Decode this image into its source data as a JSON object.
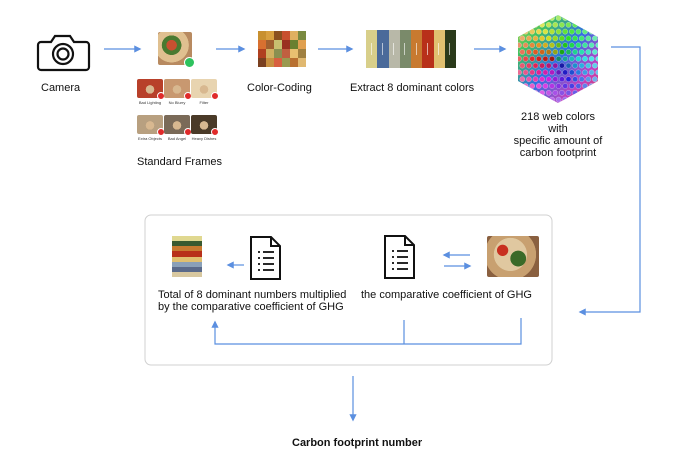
{
  "nodes": {
    "camera": "Camera",
    "standard_frames": "Standard Frames",
    "color_coding": "Color-Coding",
    "extract": "Extract 8 dominant colors",
    "web_colors_l1": "218 web colors with",
    "web_colors_l2": "specific amount of",
    "web_colors_l3": "carbon footprint",
    "total_l1": "Total of 8 dominant numbers multiplied",
    "total_l2": "by the comparative coefficient of GHG",
    "coefficient": "the comparative coefficient of GHG",
    "result": "Carbon footprint number"
  },
  "frames": [
    {
      "label": "Bad Lighting",
      "color": "#b8402a"
    },
    {
      "label": "No Blurry",
      "color": "#c89870"
    },
    {
      "label": "Filter",
      "color": "#e8d4b0"
    },
    {
      "label": "Extra Objects",
      "color": "#b8a080"
    },
    {
      "label": "Bad Angel",
      "color": "#7a6a58"
    },
    {
      "label": "Heavy Dishes",
      "color": "#4a3a28"
    }
  ],
  "colors": {
    "arrow": "#5b8fe0",
    "panel_border": "#d0d0d0",
    "dominant": [
      "#d8cf8a",
      "#4a6a9a",
      "#b8b8a8",
      "#7a8a6a",
      "#c87a30",
      "#b8301a",
      "#e0c070",
      "#2a3a1a"
    ],
    "mosaic": [
      "#c89030",
      "#d8a040",
      "#8a5020",
      "#c85030",
      "#e0b060",
      "#7a8a40",
      "#d87030",
      "#a06030",
      "#c8c070",
      "#9a3020",
      "#6a8030",
      "#e0a050",
      "#b04020",
      "#d0b060",
      "#8a9050",
      "#c06040",
      "#e8c070",
      "#a08040",
      "#7a4020",
      "#c89040",
      "#d86040",
      "#9a9a50",
      "#b87030",
      "#e0b870"
    ],
    "mini_stripes": [
      "#e0d890",
      "#3a5a30",
      "#c87a30",
      "#b8301a",
      "#e0c070",
      "#8aa0b8",
      "#5a6a8a",
      "#d8c8a0"
    ]
  }
}
